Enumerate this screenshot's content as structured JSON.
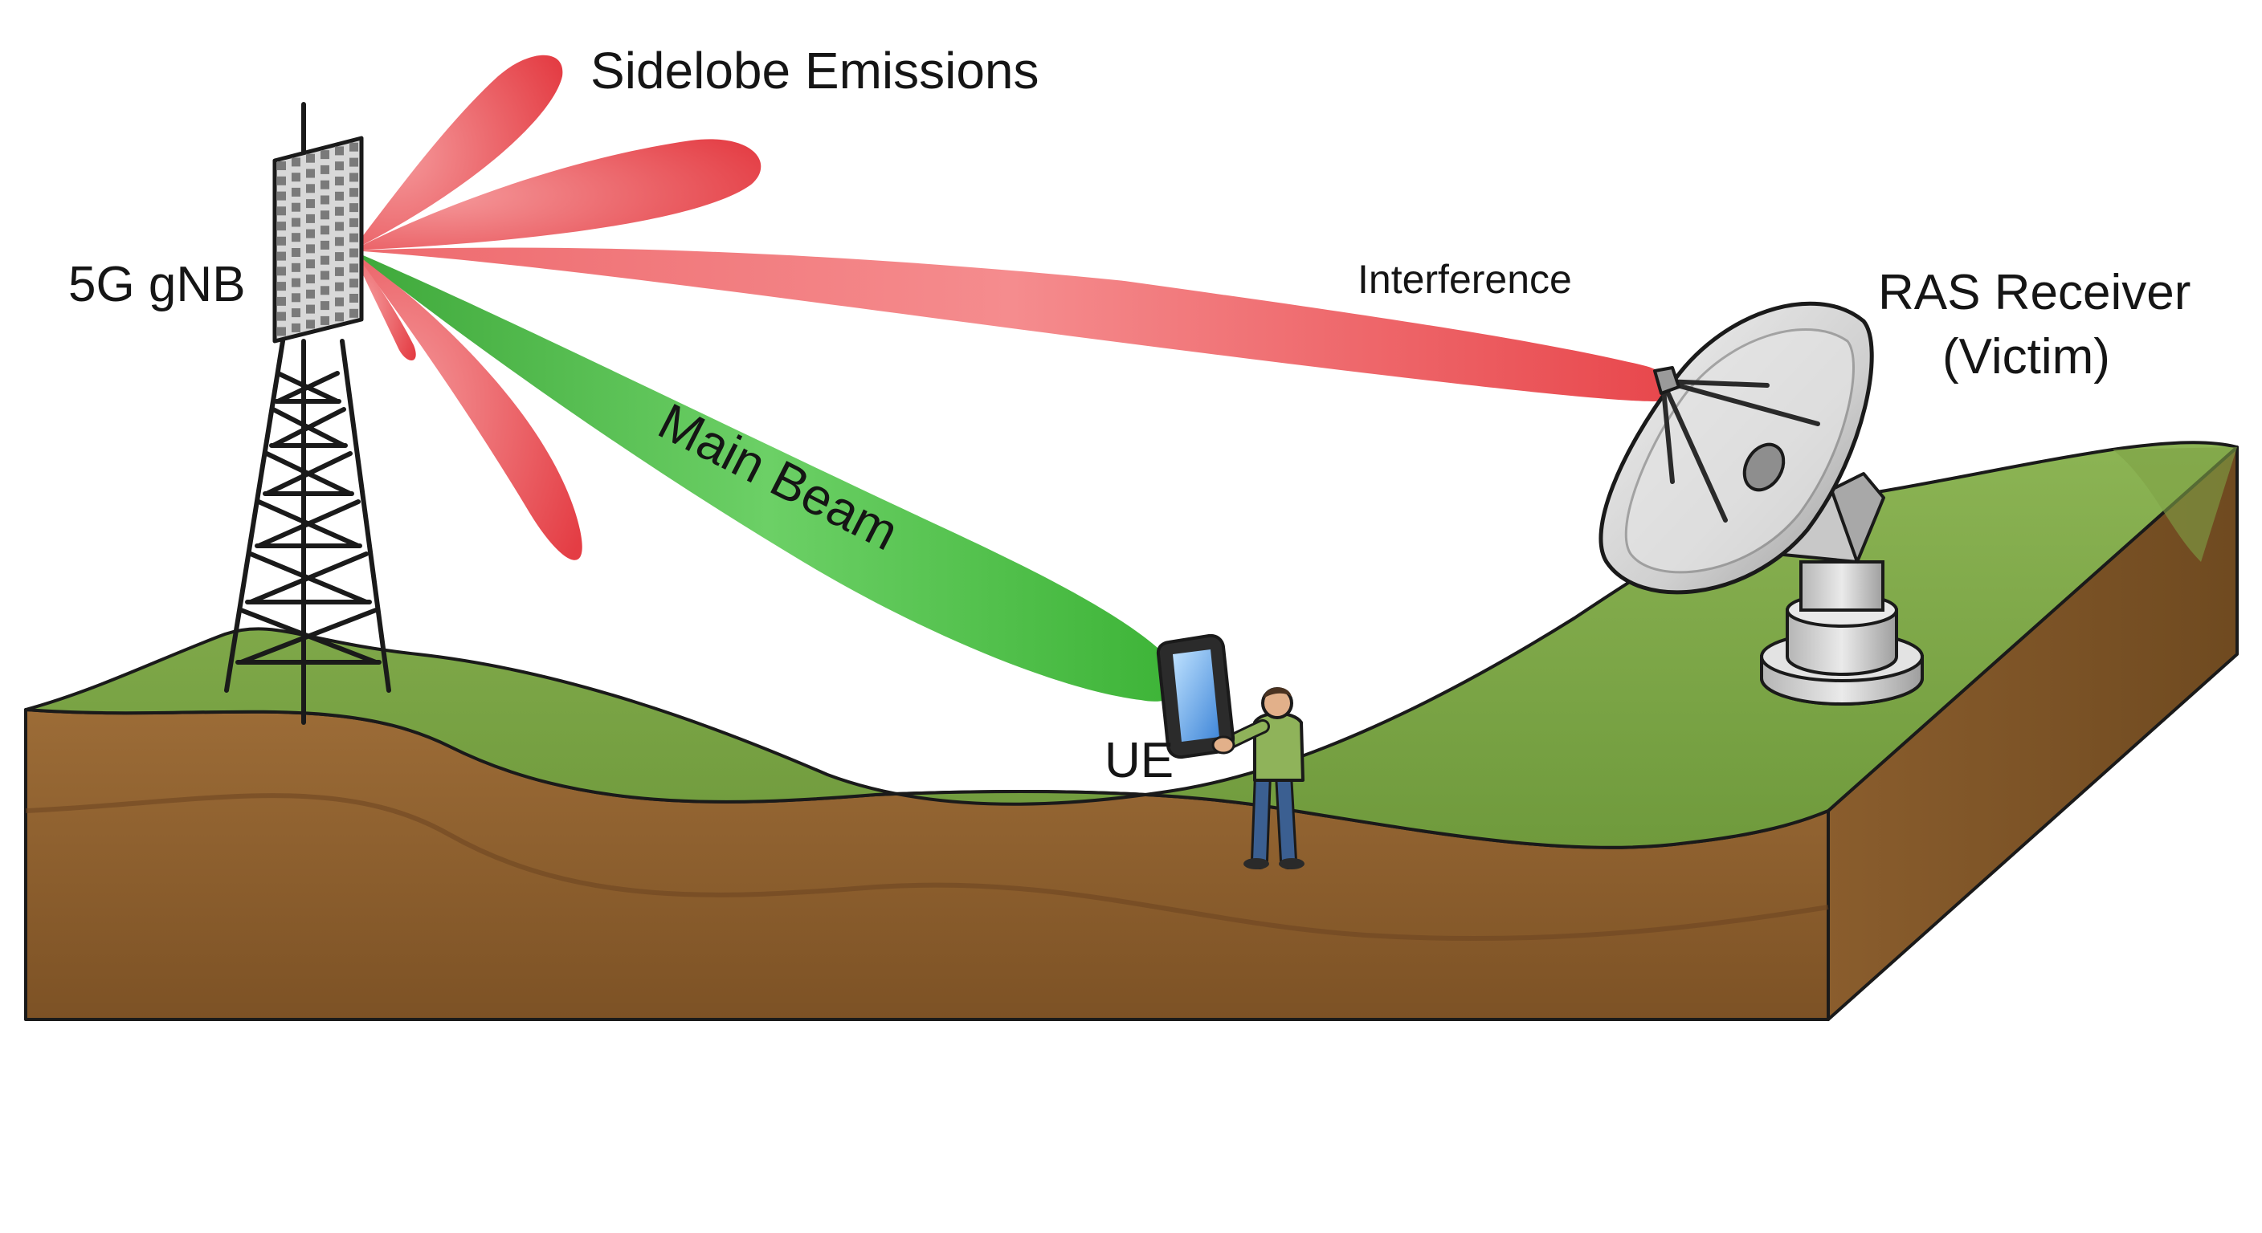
{
  "labels": {
    "gnb": "5G gNB",
    "sidelobe": "Sidelobe Emissions",
    "main_beam": "Main Beam",
    "interference": "Interference",
    "ras_line1": "RAS Receiver",
    "ras_line2": "(Victim)",
    "ue": "UE"
  },
  "colors": {
    "sidelobe_red": "#e8474c",
    "main_beam_green": "#43b83e",
    "grass": "#86ad4f",
    "soil": "#8e6030",
    "outline": "#1a1a1a"
  }
}
